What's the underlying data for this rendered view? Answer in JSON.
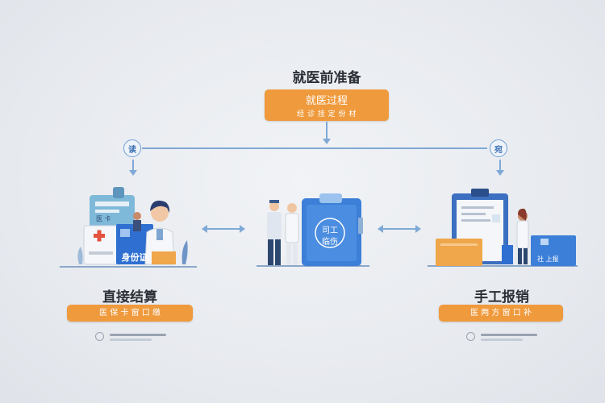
{
  "top": {
    "title": "就医前准备",
    "box_title": "就医过程",
    "box_sub": "经 诊 挂    定 份 材"
  },
  "badges": {
    "left": "读",
    "right": "宛"
  },
  "left": {
    "title": "直接结算",
    "box_text": "医 保 卡  窗 口 缴",
    "card_label": "身份证",
    "small_label": "医 卡"
  },
  "center": {
    "board_text_1": "司工",
    "board_text_2": "临伤"
  },
  "right": {
    "title": "手工报销",
    "box_text": "医 两 方   窗 口 补",
    "small_label": "社 上报"
  },
  "colors": {
    "accent_orange": "#ef9a3c",
    "connector_blue": "#7fa9d6",
    "panel_blue": "#3c7fd8"
  }
}
